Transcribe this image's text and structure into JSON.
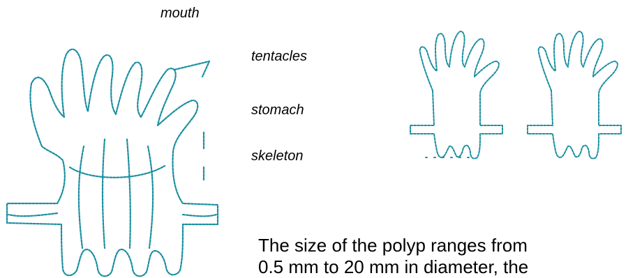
{
  "labels": {
    "mouth": "mouth",
    "tentacles": "tentacles",
    "stomach": "stomach",
    "skeleton": "skeleton"
  },
  "body_text": {
    "line1": "The size of the polyp ranges from",
    "line2": "0.5 mm to 20 mm in diameter, the"
  },
  "colors": {
    "illustration": "#1b8fa0",
    "text": "#000000"
  }
}
